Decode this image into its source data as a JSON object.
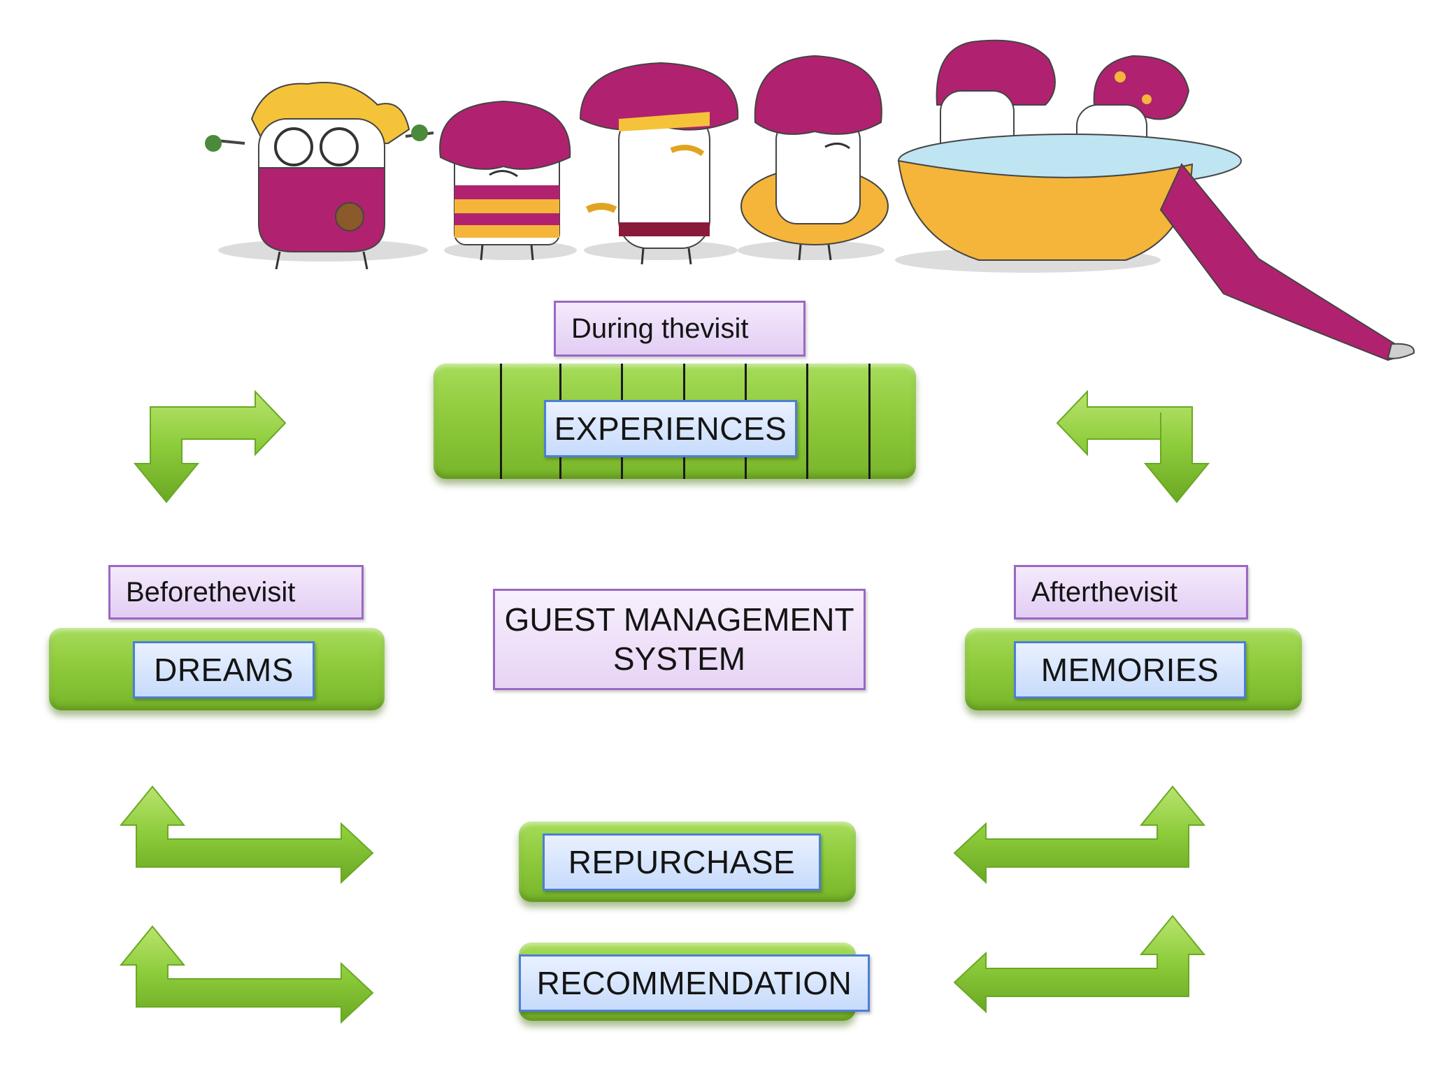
{
  "diagram": {
    "labels": {
      "during": "During thevisit",
      "before": "Beforethevisit",
      "after": "Afterthevisit"
    },
    "stages": {
      "experiences": "EXPERIENCES",
      "dreams": "DREAMS",
      "memories": "MEMORIES",
      "repurchase": "REPURCHASE",
      "recommendation": "RECOMMENDATION"
    },
    "center": {
      "line1": "GUEST MANAGEMENT",
      "line2": "SYSTEM"
    }
  },
  "colors": {
    "bar_green": "#8fcb3c",
    "arrow_green": "#8ccb3a",
    "box_blue_border": "#4c7fd6",
    "box_purple_border": "#9a68c4",
    "character_magenta": "#b0226f",
    "tub_yellow": "#f4b53a"
  },
  "illustration": {
    "characters": [
      "blonde-character",
      "striped-character",
      "bandana-character",
      "float-ring-character",
      "bath-tub-characters"
    ]
  }
}
